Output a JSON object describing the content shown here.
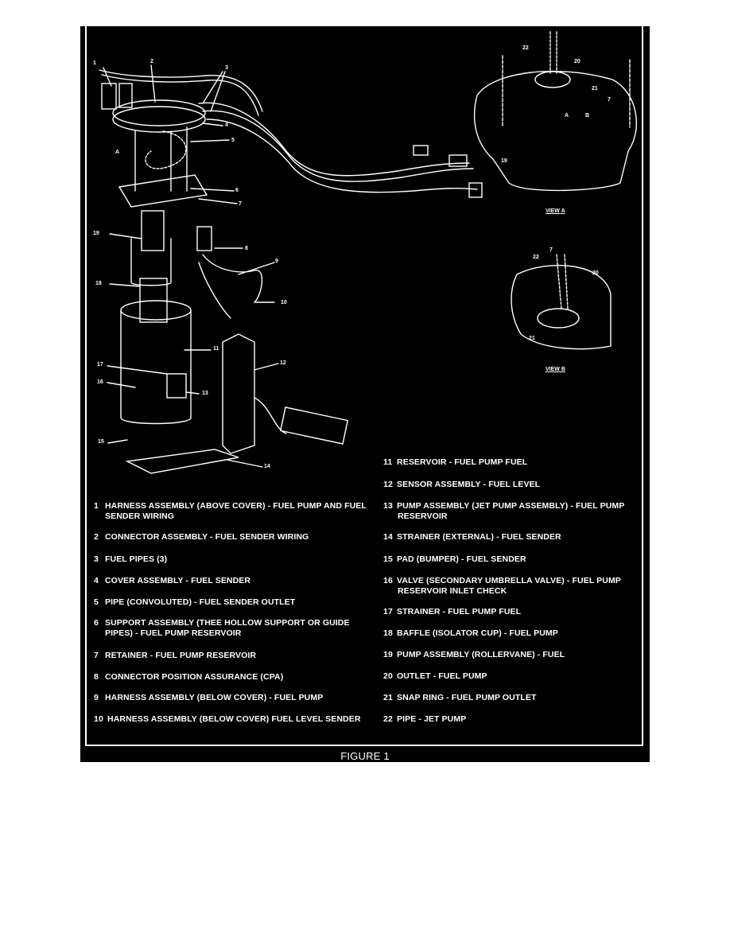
{
  "figure_caption": "FIGURE 1",
  "views": {
    "a": "VIEW A",
    "b": "VIEW B"
  },
  "callouts": {
    "c1": "1",
    "c2": "2",
    "c3": "3",
    "c4": "4",
    "c5": "5",
    "c6": "6",
    "c7": "7",
    "c8": "8",
    "c9": "9",
    "c10": "10",
    "c11": "11",
    "c12": "12",
    "c13": "13",
    "c14": "14",
    "c15": "15",
    "c16": "16",
    "c17": "17",
    "c18": "18",
    "c19": "19",
    "a22": "22",
    "a20": "20",
    "a21": "21",
    "a7": "7",
    "a19": "19",
    "aA": "A",
    "aB": "B",
    "b7": "7",
    "b22": "22",
    "b20": "20",
    "b21": "21",
    "sideA": "A"
  },
  "legend": [
    {
      "num": "1",
      "text": "HARNESS ASSEMBLY (ABOVE COVER) - FUEL PUMP AND FUEL",
      "cont": "SENDER WIRING"
    },
    {
      "num": "2",
      "text": "CONNECTOR ASSEMBLY - FUEL SENDER WIRING",
      "cont": ""
    },
    {
      "num": "3",
      "text": "FUEL PIPES (3)",
      "cont": ""
    },
    {
      "num": "4",
      "text": "COVER ASSEMBLY - FUEL SENDER",
      "cont": ""
    },
    {
      "num": "5",
      "text": "PIPE (CONVOLUTED) - FUEL SENDER OUTLET",
      "cont": ""
    },
    {
      "num": "6",
      "text": "SUPPORT ASSEMBLY (THEE HOLLOW SUPPORT OR GUIDE",
      "cont": "PIPES) - FUEL PUMP RESERVOIR"
    },
    {
      "num": "7",
      "text": "RETAINER - FUEL PUMP RESERVOIR",
      "cont": ""
    },
    {
      "num": "8",
      "text": "CONNECTOR POSITION ASSURANCE (CPA)",
      "cont": ""
    },
    {
      "num": "9",
      "text": "HARNESS ASSEMBLY (BELOW COVER) - FUEL PUMP",
      "cont": ""
    },
    {
      "num": "10",
      "text": "HARNESS ASSEMBLY (BELOW COVER) FUEL LEVEL SENDER",
      "cont": ""
    },
    {
      "num": "11",
      "text": "RESERVOIR - FUEL PUMP FUEL",
      "cont": ""
    },
    {
      "num": "12",
      "text": "SENSOR ASSEMBLY - FUEL LEVEL",
      "cont": ""
    },
    {
      "num": "13",
      "text": "PUMP ASSEMBLY (JET PUMP ASSEMBLY) - FUEL PUMP",
      "cont": "RESERVOIR"
    },
    {
      "num": "14",
      "text": "STRAINER (EXTERNAL) - FUEL SENDER",
      "cont": ""
    },
    {
      "num": "15",
      "text": "PAD (BUMPER) - FUEL SENDER",
      "cont": ""
    },
    {
      "num": "16",
      "text": "VALVE (SECONDARY UMBRELLA VALVE) - FUEL PUMP",
      "cont": "RESERVOIR INLET CHECK"
    },
    {
      "num": "17",
      "text": "STRAINER - FUEL PUMP FUEL",
      "cont": ""
    },
    {
      "num": "18",
      "text": "BAFFLE (ISOLATOR CUP) - FUEL PUMP",
      "cont": ""
    },
    {
      "num": "19",
      "text": "PUMP ASSEMBLY (ROLLERVANE) - FUEL",
      "cont": ""
    },
    {
      "num": "20",
      "text": "OUTLET - FUEL PUMP",
      "cont": ""
    },
    {
      "num": "21",
      "text": "SNAP RING - FUEL PUMP OUTLET",
      "cont": ""
    },
    {
      "num": "22",
      "text": "PIPE - JET PUMP",
      "cont": ""
    }
  ]
}
